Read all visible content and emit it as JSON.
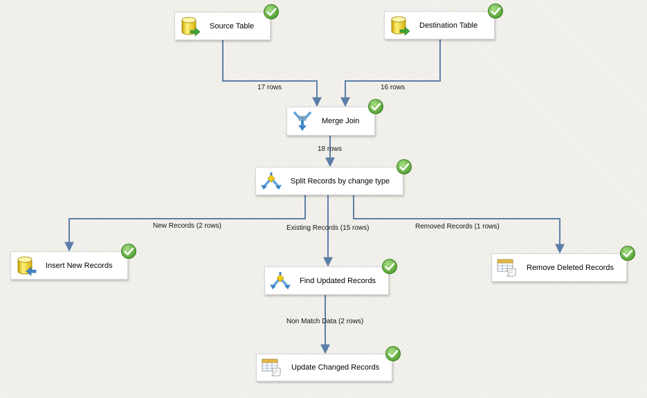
{
  "components": {
    "source_table": {
      "label": "Source Table",
      "icon": "database-source-icon",
      "status": "success"
    },
    "destination_table": {
      "label": "Destination Table",
      "icon": "database-source-icon",
      "status": "success"
    },
    "merge_join": {
      "label": "Merge Join",
      "icon": "merge-join-icon",
      "status": "success"
    },
    "split_records": {
      "label": "Split Records by change type",
      "icon": "conditional-split-icon",
      "status": "success"
    },
    "insert_new": {
      "label": "Insert New Records",
      "icon": "database-destination-icon",
      "status": "success"
    },
    "find_updated": {
      "label": "Find Updated Records",
      "icon": "conditional-split-icon",
      "status": "success"
    },
    "remove_deleted": {
      "label": "Remove Deleted Records",
      "icon": "ole-db-command-icon",
      "status": "success"
    },
    "update_changed": {
      "label": "Update Changed Records",
      "icon": "ole-db-command-icon",
      "status": "success"
    }
  },
  "paths": {
    "source_to_merge": "17 rows",
    "destination_to_merge": "16 rows",
    "merge_to_split": "18 rows",
    "new_records": "New Records (2 rows)",
    "existing_records": "Existing Records (15 rows)",
    "removed_records": "Removed Records (1 rows)",
    "non_match": "Non Match Data (2 rows)"
  },
  "colors": {
    "edge": "#5b7ea7",
    "success": "#5fae3e"
  }
}
